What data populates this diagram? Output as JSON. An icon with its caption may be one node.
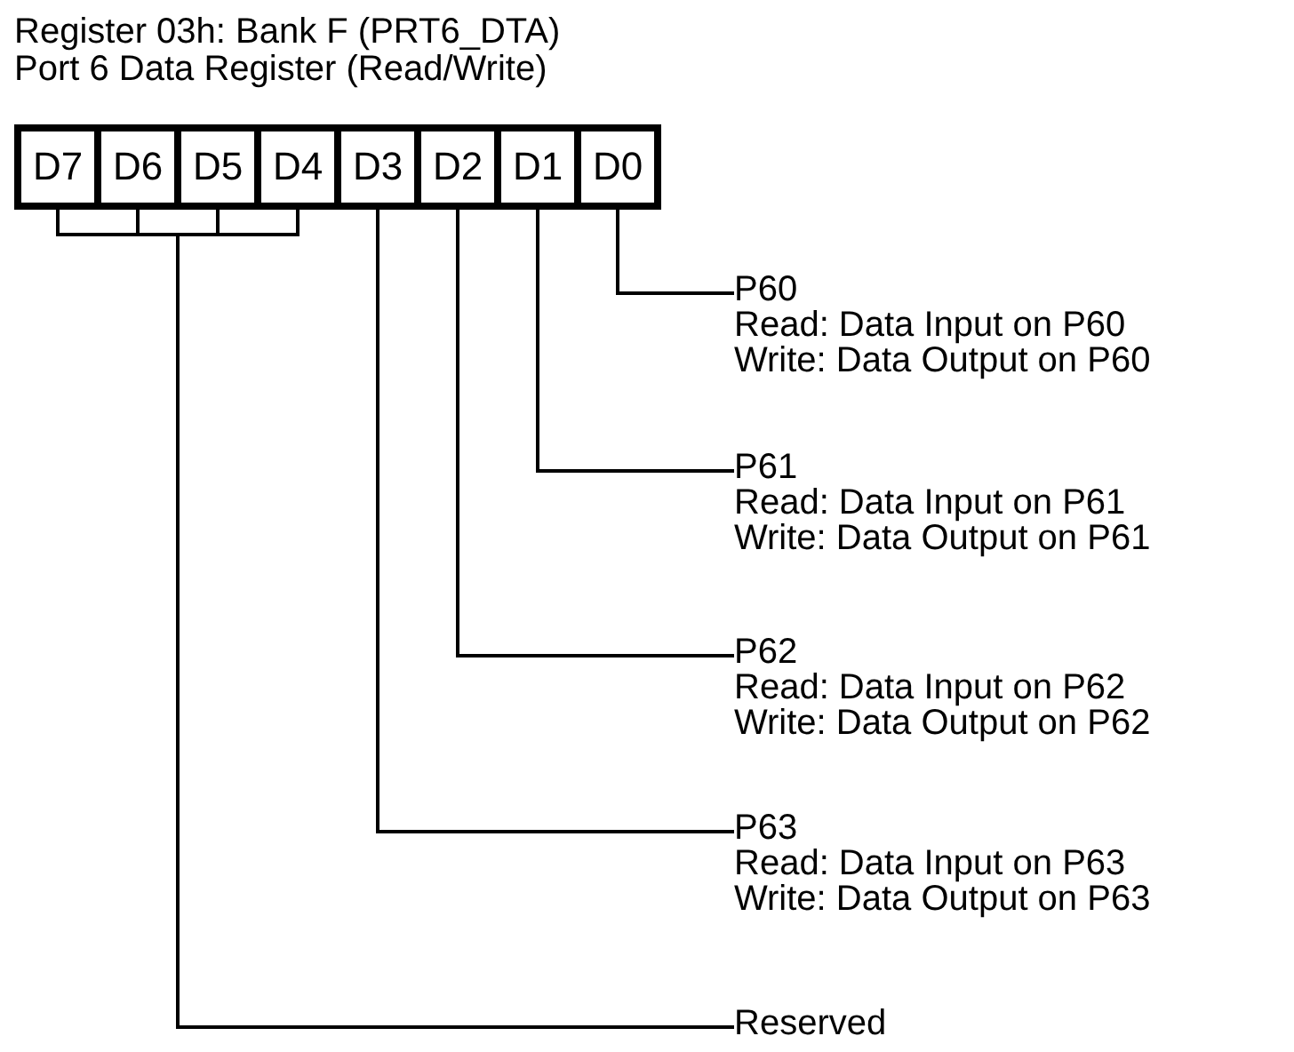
{
  "diagram": {
    "title": "Register 03h: Bank F (PRT6_DTA)",
    "nodes": [
      {
        "text": [
          "D7"
        ]
      },
      {
        "text": [
          "D6"
        ]
      },
      {
        "text": [
          "D5"
        ]
      },
      {
        "text": [
          "D4"
        ]
      },
      {
        "text": [
          "D3"
        ]
      },
      {
        "text": [
          "D2"
        ]
      },
      {
        "text": [
          "D1"
        ]
      },
      {
        "text": [
          "D0"
        ]
      },
      {
        "text": [
          "P60",
          "Read: Data Input on P60",
          "Write: Data Output on P60"
        ]
      },
      {
        "text": [
          "P61",
          "Read: Data Input on P61",
          "Write: Data Output on P61"
        ]
      },
      {
        "text": [
          "P62",
          "Read: Data Input on P62",
          "Write: Data Output on P62"
        ]
      },
      {
        "text": [
          "P63",
          "Read: Data Input on P63",
          "Write: Data Output on P63"
        ]
      },
      {
        "text": [
          "Reserved"
        ]
      }
    ],
    "edges": [
      {
        "from": 7,
        "to": 8,
        "arrow": "none"
      },
      {
        "from": 6,
        "to": 9,
        "arrow": "none"
      },
      {
        "from": 5,
        "to": 10,
        "arrow": "none"
      },
      {
        "from": 4,
        "to": 11,
        "arrow": "none"
      },
      {
        "from": 0,
        "to": 12,
        "arrow": "none"
      },
      {
        "from": 1,
        "to": 12,
        "arrow": "none"
      },
      {
        "from": 2,
        "to": 12,
        "arrow": "none"
      },
      {
        "from": 3,
        "to": 12,
        "arrow": "none"
      }
    ],
    "labels": [
      "Port 6 Data Register (Read/Write)"
    ]
  }
}
